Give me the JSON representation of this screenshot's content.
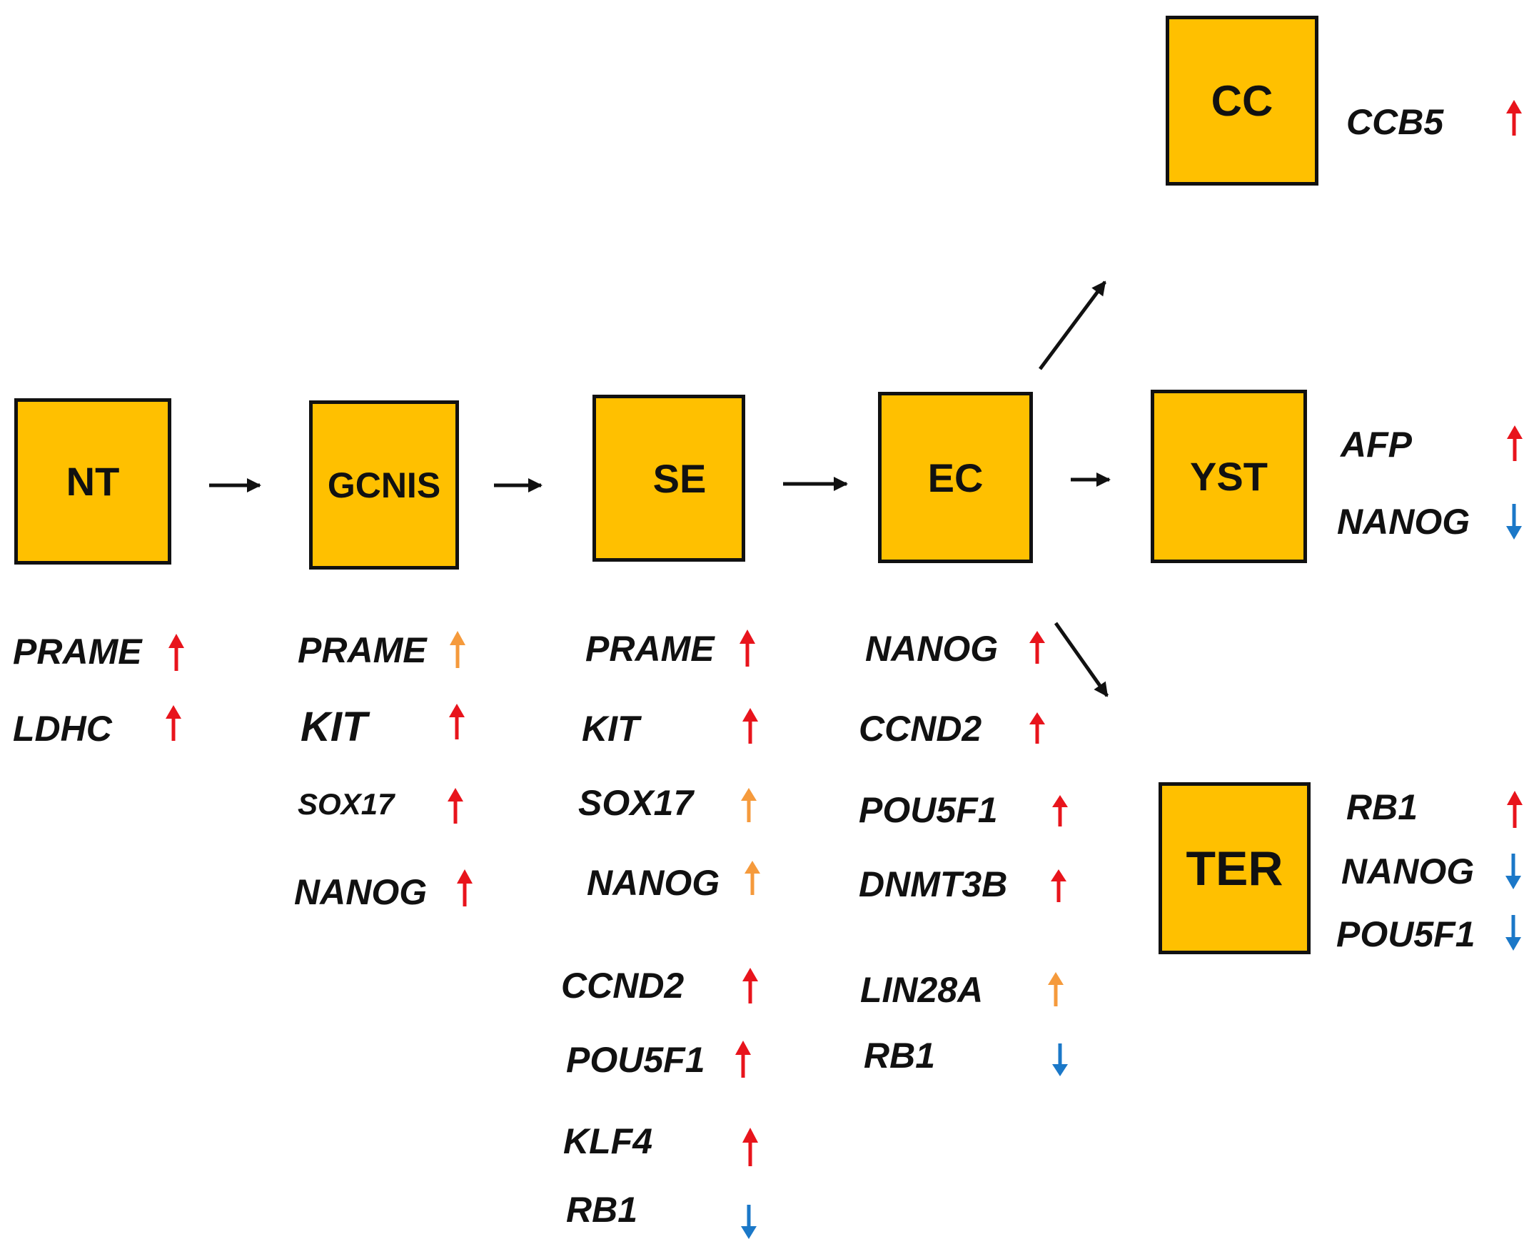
{
  "colors": {
    "box_fill": "#FFC000",
    "box_border": "#111111",
    "up_red": "#E8141C",
    "up_orange": "#F59A3C",
    "down_blue": "#1B78C8",
    "connector": "#111111"
  },
  "stages": {
    "nt": "NT",
    "gcnis": "GCNIS",
    "se": "SE",
    "ec": "EC",
    "cc": "CC",
    "yst": "YST",
    "ter": "TER"
  },
  "markers": {
    "nt": [
      {
        "gene": "PRAME",
        "direction": "up",
        "color": "red"
      },
      {
        "gene": "LDHC",
        "direction": "up",
        "color": "red"
      }
    ],
    "gcnis": [
      {
        "gene": "PRAME",
        "direction": "up",
        "color": "orange"
      },
      {
        "gene": "KIT",
        "direction": "up",
        "color": "red"
      },
      {
        "gene": "SOX17",
        "direction": "up",
        "color": "red"
      },
      {
        "gene": "NANOG",
        "direction": "up",
        "color": "red"
      }
    ],
    "se": [
      {
        "gene": "PRAME",
        "direction": "up",
        "color": "red"
      },
      {
        "gene": "KIT",
        "direction": "up",
        "color": "red"
      },
      {
        "gene": "SOX17",
        "direction": "up",
        "color": "orange"
      },
      {
        "gene": "NANOG",
        "direction": "up",
        "color": "orange"
      },
      {
        "gene": "CCND2",
        "direction": "up",
        "color": "red"
      },
      {
        "gene": "POU5F1",
        "direction": "up",
        "color": "red"
      },
      {
        "gene": "KLF4",
        "direction": "up",
        "color": "red"
      },
      {
        "gene": "RB1",
        "direction": "down",
        "color": "blue"
      }
    ],
    "ec": [
      {
        "gene": "NANOG",
        "direction": "up",
        "color": "red"
      },
      {
        "gene": "CCND2",
        "direction": "up",
        "color": "red"
      },
      {
        "gene": "POU5F1",
        "direction": "up",
        "color": "red"
      },
      {
        "gene": "DNMT3B",
        "direction": "up",
        "color": "red"
      },
      {
        "gene": "LIN28A",
        "direction": "up",
        "color": "orange"
      },
      {
        "gene": "RB1",
        "direction": "down",
        "color": "blue"
      }
    ],
    "cc": [
      {
        "gene": "CCB5",
        "direction": "up",
        "color": "red"
      }
    ],
    "yst": [
      {
        "gene": "AFP",
        "direction": "up",
        "color": "red"
      },
      {
        "gene": "NANOG",
        "direction": "down",
        "color": "blue"
      }
    ],
    "ter": [
      {
        "gene": "RB1",
        "direction": "up",
        "color": "red"
      },
      {
        "gene": "NANOG",
        "direction": "down",
        "color": "blue"
      },
      {
        "gene": "POU5F1",
        "direction": "down",
        "color": "blue"
      }
    ]
  }
}
